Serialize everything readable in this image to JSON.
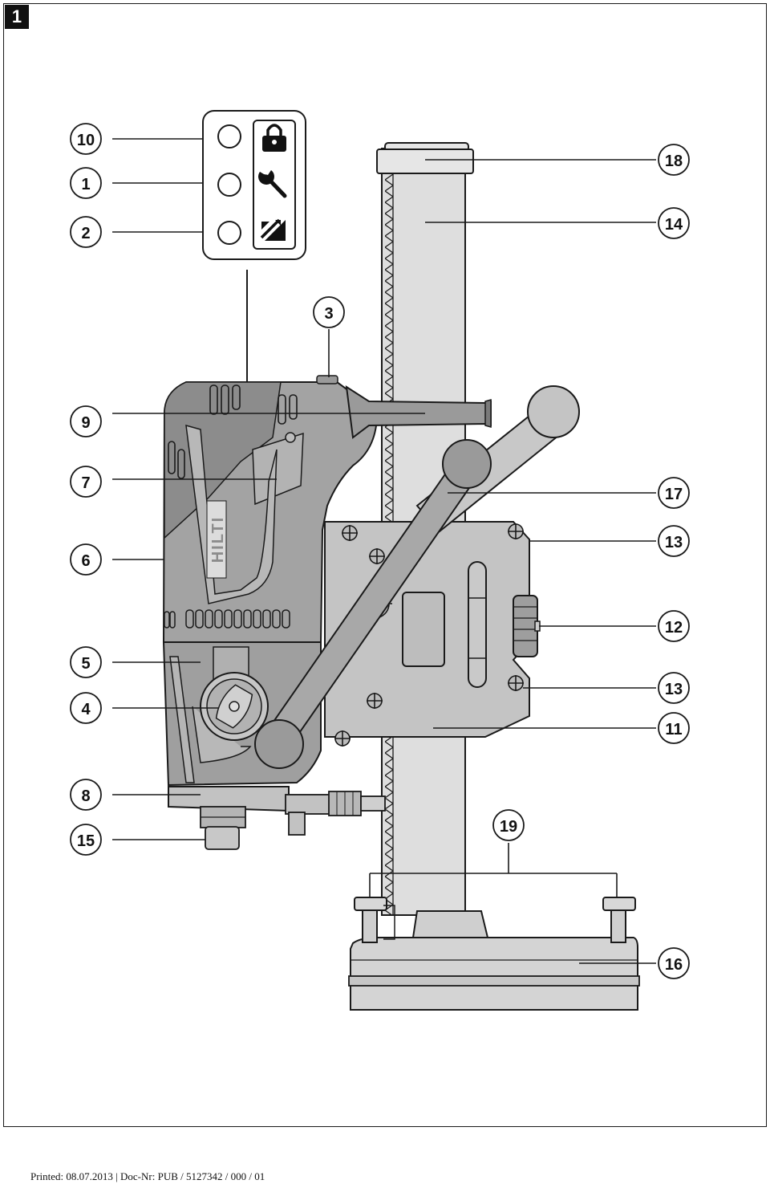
{
  "figure": {
    "number": "1"
  },
  "panel_icons": [
    "lock-icon",
    "wrench-icon",
    "speed-arrow-icon"
  ],
  "callouts": {
    "c10": "10",
    "c1": "1",
    "c2": "2",
    "c3": "3",
    "c9": "9",
    "c7": "7",
    "c6": "6",
    "c5": "5",
    "c4": "4",
    "c8": "8",
    "c15": "15",
    "c18": "18",
    "c14": "14",
    "c17": "17",
    "c13a": "13",
    "c12": "12",
    "c13b": "13",
    "c11": "11",
    "c19": "19",
    "c16": "16"
  },
  "brand_logo": "HILTI",
  "footer": {
    "text": "Printed: 08.07.2013 | Doc-Nr: PUB / 5127342 / 000 / 01"
  },
  "colors": {
    "outline": "#1a1a1a",
    "light_grey": "#d9d9d9",
    "mid_grey": "#bdbdbd",
    "dark_grey": "#8a8a8a"
  }
}
